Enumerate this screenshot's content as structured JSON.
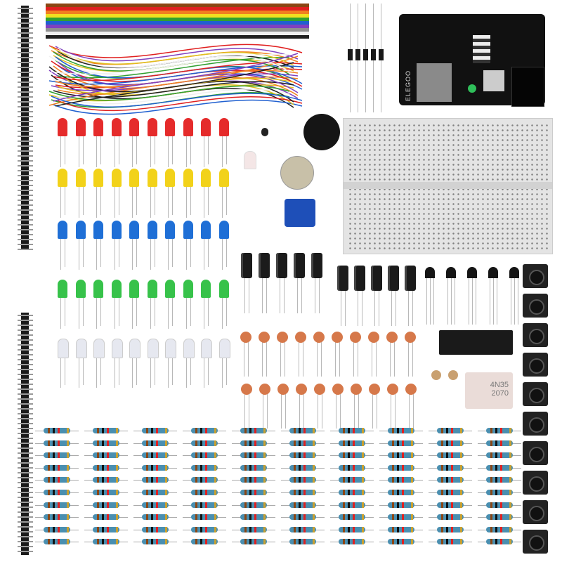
{
  "power_module": {
    "brand": "ELEGOO",
    "color": "#111111"
  },
  "optocoupler": {
    "part": "4N35",
    "code": "2070"
  },
  "colors": {
    "led_red": "#e52b2b",
    "led_yellow": "#f2d21a",
    "led_blue": "#1f6fd6",
    "led_green": "#37c24a",
    "led_white": "#e6e8f0",
    "resistor": "#4a8fb0",
    "ceramic_cap": "#d6784a",
    "breadboard": "#e4e4e4",
    "potentiometer": "#1e4fb8"
  }
}
